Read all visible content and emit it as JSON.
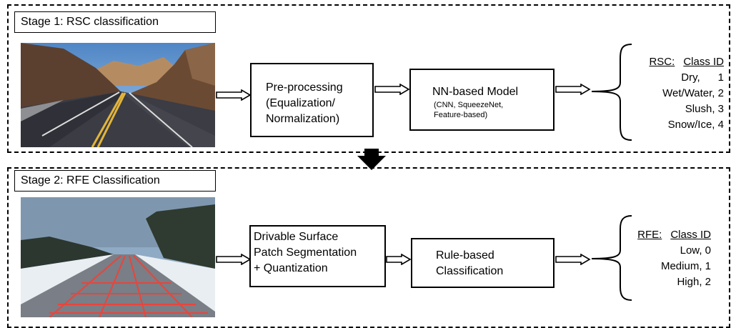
{
  "stage1": {
    "title": "Stage 1: RSC classification",
    "box1_lines": [
      "Pre-processing",
      "(Equalization/",
      "Normalization)"
    ],
    "box2_title": "NN-based Model",
    "box2_sub_lines": [
      "(CNN, SqueezeNet,",
      "Feature-based)"
    ],
    "output_header": [
      "RSC:",
      "Class ID"
    ],
    "output_rows": [
      "Dry,      1",
      "Wet/Water, 2",
      "Slush, 3",
      "Snow/Ice, 4"
    ]
  },
  "stage2": {
    "title": "Stage 2: RFE Classification",
    "box1_lines": [
      "Drivable Surface",
      "Patch Segmentation",
      "+ Quantization"
    ],
    "box2_lines": [
      "Rule-based",
      "Classification"
    ],
    "output_header": [
      "RFE:",
      "Class ID"
    ],
    "output_rows": [
      "Low, 0",
      "Medium, 1",
      "High, 2"
    ]
  },
  "colors": {
    "grid_lines": "#e8453c",
    "sky": "#6fa3d6",
    "snow": "#e9eef2"
  }
}
